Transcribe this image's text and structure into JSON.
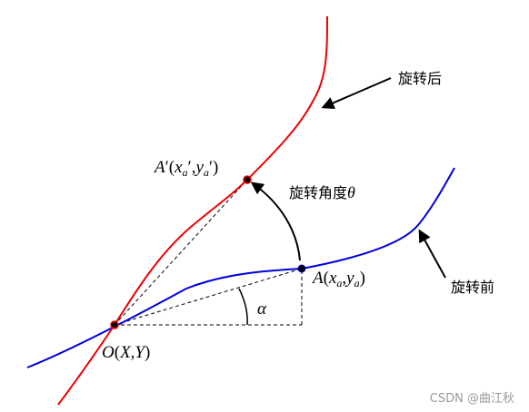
{
  "labels": {
    "rotate_after": "旋转后",
    "rotate_before": "旋转前",
    "rotation_angle_prefix": "旋转角度",
    "rotation_angle_symbol": "θ",
    "alpha": "α",
    "origin": {
      "letter": "O",
      "open": "(",
      "x": "X",
      "comma": ",",
      "y": "Y",
      "close": ")"
    },
    "point_a": {
      "letter": "A",
      "open": "(",
      "x": "x",
      "x_sub": "a",
      "comma": ",",
      "y": "y",
      "y_sub": "a",
      "close": ")"
    },
    "point_a_prime": {
      "letter": "A",
      "prime": "′",
      "open": "(",
      "x": "x",
      "x_sub": "a",
      "x_prime": "′",
      "comma": ",",
      "y": "y",
      "y_sub": "a",
      "y_prime": "′",
      "close": ")"
    }
  },
  "watermark": "CSDN @曲江秋",
  "colors": {
    "curve_after": "#ee0000",
    "curve_before": "#0000dd",
    "ink": "#000000",
    "watermark": "#9a9a9a"
  }
}
